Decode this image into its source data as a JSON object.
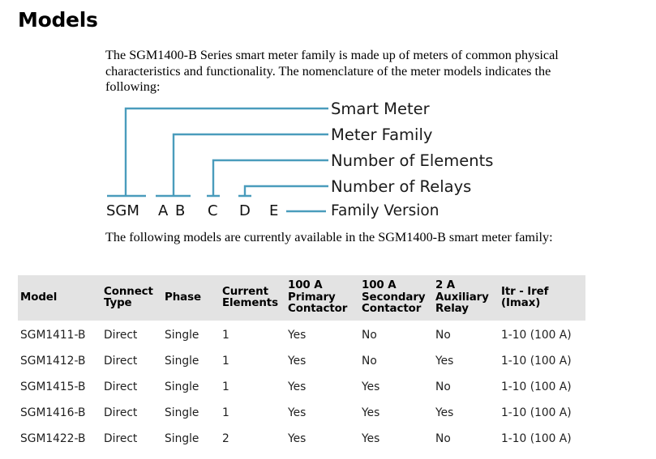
{
  "heading": "Models",
  "intro_text": "The SGM1400-B Series smart meter family is made up of meters of common physical characteristics and functionality. The nomenclature of the meter models indicates the following:",
  "diagram": {
    "code": [
      "SGM",
      "A",
      "B",
      "C",
      "D",
      "E"
    ],
    "labels": [
      "Smart Meter",
      "Meter Family",
      "Number of Elements",
      "Number of Relays",
      "Family Version"
    ],
    "line_color": "#4a9cbc"
  },
  "following_text": "The following models are currently available in the SGM1400-B smart meter family:",
  "table": {
    "header_bg": "#e3e3e3",
    "columns": [
      "Model",
      "Connect Type",
      "Phase",
      "Current Elements",
      "100 A Primary Contactor",
      "100 A Secondary Contactor",
      "2 A Auxiliary Relay",
      "Itr - Iref (Imax)"
    ],
    "rows": [
      [
        "SGM1411-B",
        "Direct",
        "Single",
        "1",
        "Yes",
        "No",
        "No",
        "1-10 (100 A)"
      ],
      [
        "SGM1412-B",
        "Direct",
        "Single",
        "1",
        "Yes",
        "No",
        "Yes",
        "1-10 (100 A)"
      ],
      [
        "SGM1415-B",
        "Direct",
        "Single",
        "1",
        "Yes",
        "Yes",
        "No",
        "1-10 (100 A)"
      ],
      [
        "SGM1416-B",
        "Direct",
        "Single",
        "1",
        "Yes",
        "Yes",
        "Yes",
        "1-10 (100 A)"
      ],
      [
        "SGM1422-B",
        "Direct",
        "Single",
        "2",
        "Yes",
        "Yes",
        "No",
        "1-10 (100 A)"
      ]
    ]
  }
}
